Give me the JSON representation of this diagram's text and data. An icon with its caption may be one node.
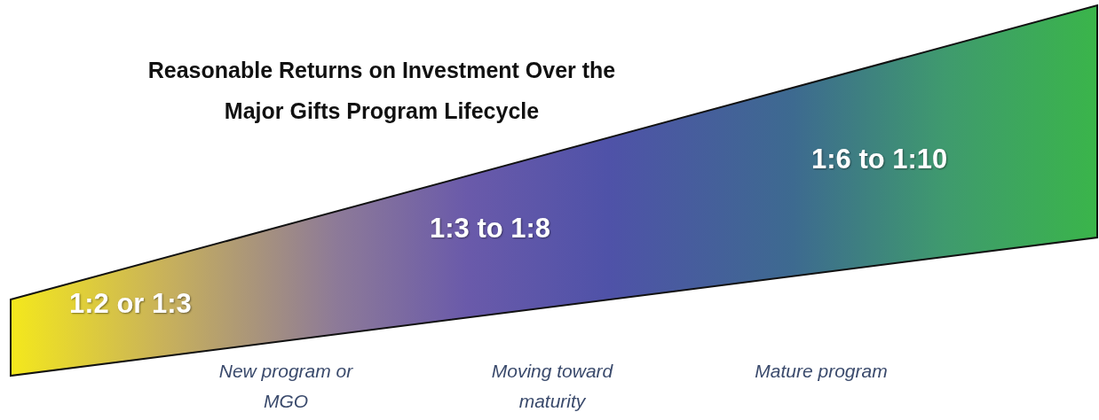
{
  "diagram": {
    "title": "Reasonable Returns on Investment Over the Major Gifts Program Lifecycle",
    "nodes": [
      {
        "text": [
          "1:2 or 1:3",
          "1:3 to 1:8",
          "1:6 to 1:10"
        ]
      }
    ],
    "edges": [],
    "labels": [
      "New program or MGO",
      "Moving toward maturity",
      "Mature program"
    ]
  }
}
